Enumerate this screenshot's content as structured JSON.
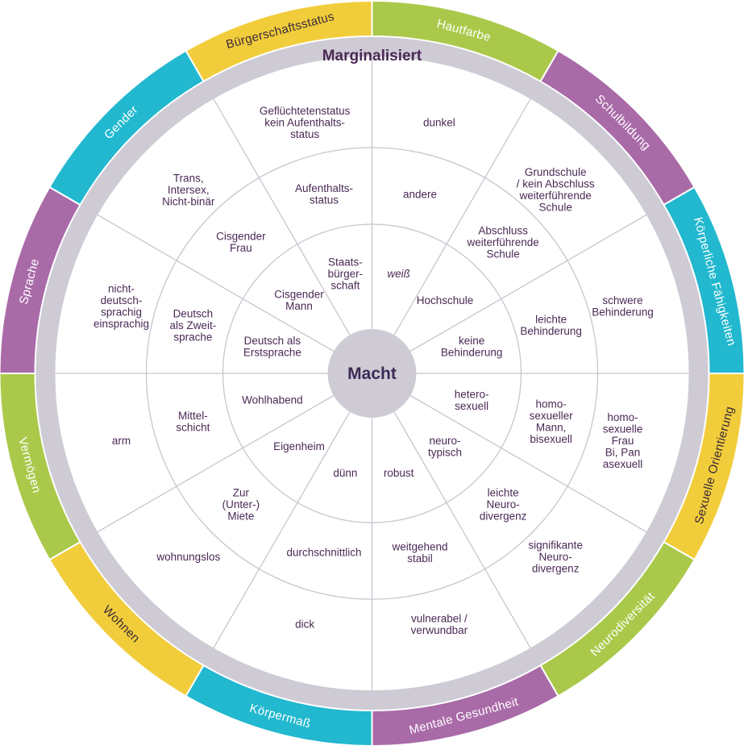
{
  "title": "Marginalisiert",
  "center": "Macht",
  "colors": {
    "ring": "#cfcbd5",
    "spoke": "#c9c5cf",
    "text": "#4a2a55",
    "yellow": "#f1cd3b",
    "green": "#aac94a",
    "purple": "#a96aa8",
    "blue": "#22b8cf"
  },
  "categories": [
    {
      "label": "Bürgerschaftsstatus",
      "color": "yellow"
    },
    {
      "label": "Hautfarbe",
      "color": "green"
    },
    {
      "label": "Schulbildung",
      "color": "purple"
    },
    {
      "label": "Körperliche Fähigkeiten",
      "color": "blue"
    },
    {
      "label": "Sexuelle Orientierung",
      "color": "yellow"
    },
    {
      "label": "Neurodiversität",
      "color": "green"
    },
    {
      "label": "Mentale Gesundheit",
      "color": "purple"
    },
    {
      "label": "Körpermaß",
      "color": "blue"
    },
    {
      "label": "Wohnen",
      "color": "yellow"
    },
    {
      "label": "Vermögen",
      "color": "green"
    },
    {
      "label": "Sprache",
      "color": "purple"
    },
    {
      "label": "Gender",
      "color": "blue"
    }
  ],
  "rings": {
    "inner": [
      "Staats-\nbürger-\nschaft",
      "weiß",
      "Hochschule",
      "keine\nBehinderung",
      "hetero-\nsexuell",
      "neuro-\ntypisch",
      "robust",
      "dünn",
      "Eigenheim",
      "Wohlhabend",
      "Deutsch als\nErstsprache",
      "Cisgender\nMann"
    ],
    "middle": [
      "Aufenthalts-\nstatus",
      "andere",
      "Abschluss\nweiterführende\nSchule",
      "leichte\nBehinderung",
      "homo-\nsexueller\nMann,\nbisexuell",
      "leichte\nNeuro-\ndivergenz",
      "weitgehend\nstabil",
      "durchschnittlich",
      "Zur\n(Unter-)\nMiete",
      "Mittel-\nschicht",
      "Deutsch\nals Zweit-\nsprache",
      "Cisgender\nFrau"
    ],
    "outer": [
      "Geflüchtetenstatus\nkein Aufenthalts-\nstatus",
      "dunkel",
      "Grundschule\n/ kein Abschluss\nweiterführende\nSchule",
      "schwere\nBehinderung",
      "homo-\nsexuelle\nFrau\nBi, Pan\nasexuell",
      "signifikante\nNeuro-\ndivergenz",
      "vulnerabel /\nverwundbar",
      "dick",
      "wohnungslos",
      "arm",
      "nicht-\ndeutsch-\nsprachig\neinsprachig",
      "Trans,\nIntersex,\nNicht-binär"
    ]
  }
}
